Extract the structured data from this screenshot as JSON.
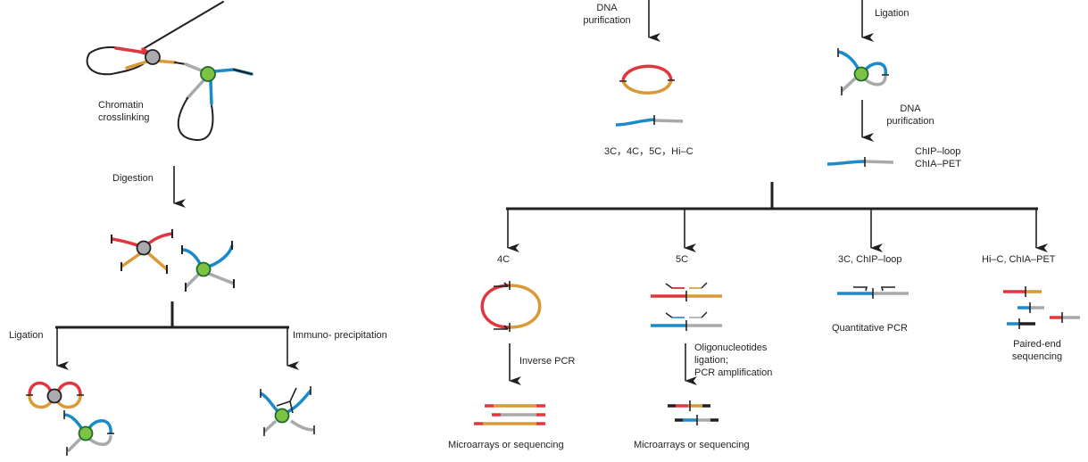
{
  "colors": {
    "red": "#e2363f",
    "orange": "#d99a35",
    "blue": "#1a8ac8",
    "gray": "#a7a9ab",
    "green": "#7dc242",
    "green_stroke": "#1e6b2e",
    "node_gray": "#a9abae",
    "black": "#231f20"
  },
  "left_panel": {
    "step1": "Chromatin",
    "step1b": "crosslinking",
    "step2": "Digestion",
    "branch_left": "Ligation",
    "branch_right": "Immuno- precipitation"
  },
  "middle_panel": {
    "step": "DNA",
    "stepb": "purification",
    "methods": "3C，4C，5C，Hi–C"
  },
  "right_panel": {
    "step1": "Ligation",
    "step2": "DNA",
    "step2b": "purification",
    "methods_a": "ChIP–loop",
    "methods_b": "ChIA–PET"
  },
  "bottom_panel": {
    "branches": [
      {
        "label": "4C",
        "step": "Inverse PCR",
        "readout": "Microarrays or sequencing"
      },
      {
        "label": "5C",
        "step_lines": [
          "Oligonucleotides",
          "ligation;",
          "PCR amplification"
        ],
        "readout": "Microarrays or sequencing"
      },
      {
        "label": "3C, ChIP–loop",
        "readout": "Quantitative PCR"
      },
      {
        "label": "Hi–C, ChIA–PET",
        "readout_lines": [
          "Paired-end",
          "sequencing"
        ]
      }
    ]
  }
}
